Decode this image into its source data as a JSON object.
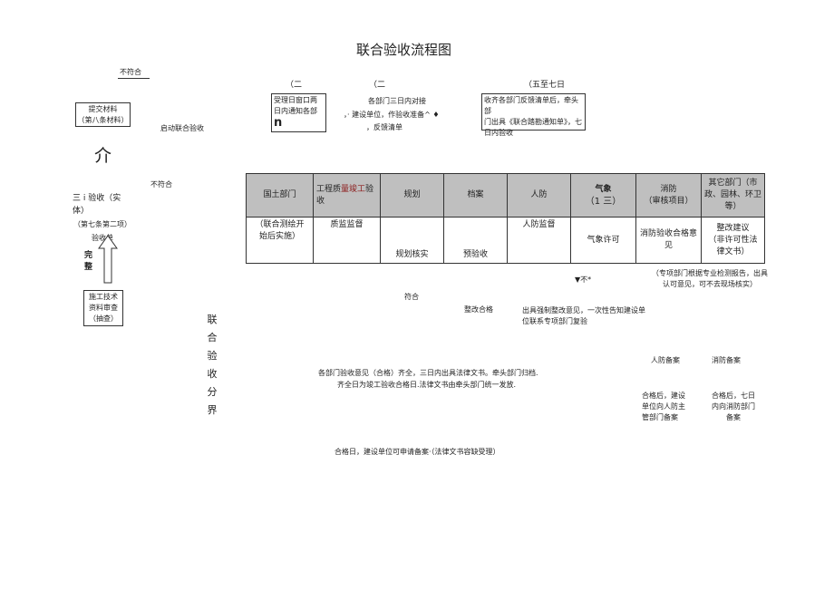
{
  "title": "联合验收流程图",
  "top_left": {
    "not_ok": "不符合",
    "submit_box": [
      "提交材料",
      "（第八条材料）"
    ],
    "start_label": "启动联合验收",
    "glyph": "介",
    "not_ok2": "不符合",
    "step_label": [
      "三 i 验收（实",
      "体）",
      "（第七条第二项）",
      "验收单"
    ],
    "complete": [
      "完",
      "整"
    ],
    "doc_box": [
      "施工技术",
      "资料审查",
      "（抽查）"
    ]
  },
  "stages": {
    "s1_head": "（二",
    "s1_box": [
      "受理日窗口两",
      "日内通知各部",
      "n"
    ],
    "s2_head": "（二",
    "s2_text": [
      "各部门三日内对接",
      "，· 建设单位，作验收准备^ ♦",
      "，反馈清单"
    ],
    "s3_head": "（五至七日",
    "s3_box": [
      "收齐各部门反馈清单后，牵头部",
      "门出具《联合踏勘通知单》，七",
      "日内验收"
    ]
  },
  "table": {
    "headers": [
      [
        "国土部门"
      ],
      [
        "工程质量竣工验",
        "收"
      ],
      [
        "规划"
      ],
      [
        "档案"
      ],
      [
        "人防"
      ],
      [
        "气象",
        "（1 三）"
      ],
      [
        "消防",
        "（审核项目）"
      ],
      [
        "其它部门（市",
        "政、园林、环卫",
        "等）"
      ]
    ],
    "cells": [
      [
        "（联合测绘开",
        "始后实施）"
      ],
      [
        "质监监督"
      ],
      [
        "规划核实"
      ],
      [
        "预验收"
      ],
      [
        "人防监督"
      ],
      [
        "气象许可"
      ],
      [
        "消防验收合格意",
        "见"
      ],
      [
        "整改建议",
        "（非许可性法",
        "律文书）"
      ]
    ]
  },
  "notes": {
    "arrow_not": "▼不*",
    "expert": [
      "（专项部门根据专业检测报告，出具",
      "认可意见，可不去现场核实）"
    ],
    "ok": "符合",
    "rectify_ok": "整改合格",
    "rectify_note": [
      "出具强制整改意见，一次性告知建设单",
      "位联系专项部门复验"
    ],
    "boundary": "联合验收分界",
    "civil_filing": "人防备案",
    "fire_filing": "消防备案",
    "summary": [
      "各部门验收意见（合格）齐全，三日内出具法律文书。牵头部门归档.",
      "齐全日为竣工验收合格日.法律文书由牵头部门统一发放."
    ],
    "civil_note": [
      "合格后，建设",
      "单位向人防主",
      "管部门备案"
    ],
    "fire_note": [
      "合格后，七日",
      "内向消防部门",
      "备案"
    ],
    "final": "合格日，建设单位可申请备案·（法律文书容缺受理）"
  }
}
